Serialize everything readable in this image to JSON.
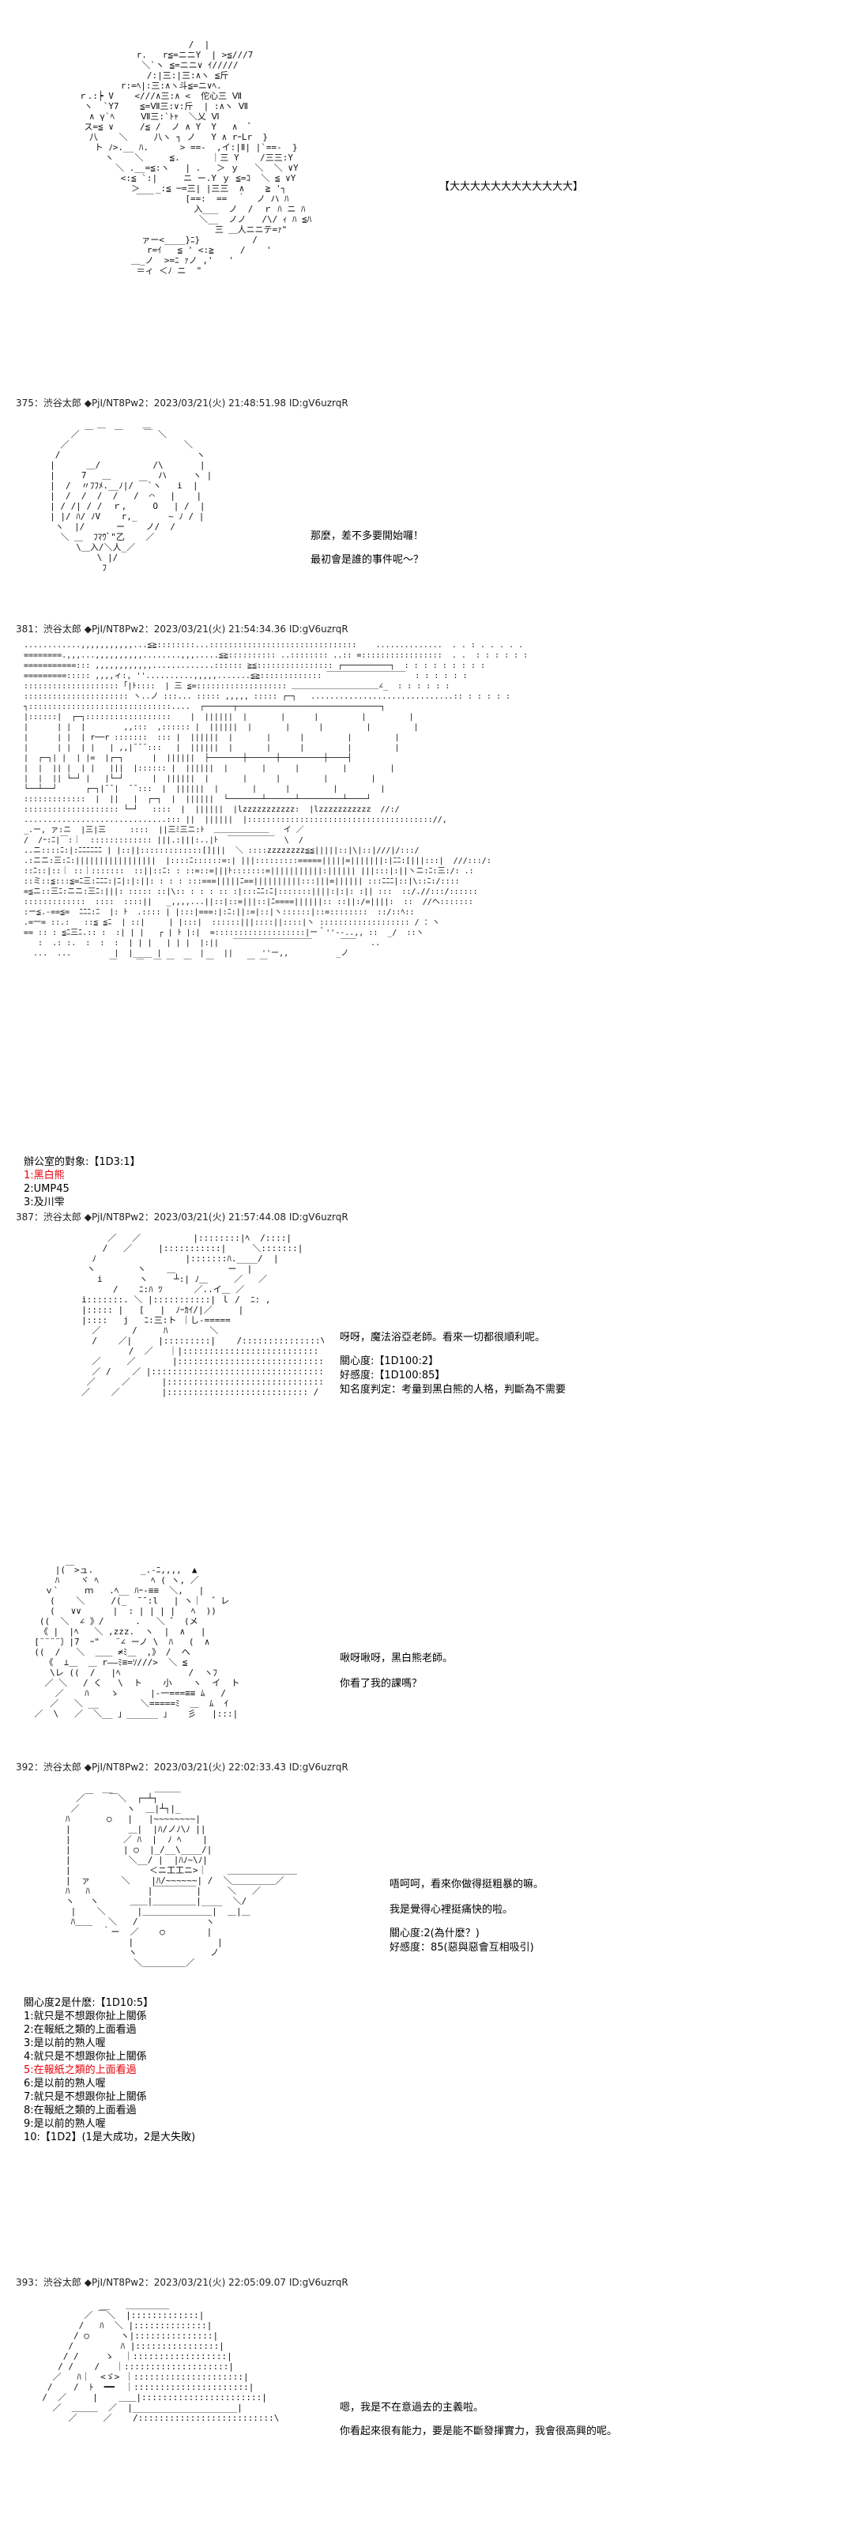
{
  "panel1": {
    "caption": "【大大大大大大大大大大大大】",
    "art": "                           /  |\n                 r.   r≦=ニニY  | >≦///7\n                  ＼`ヽ ≦=ニニ∨ ｲ/////\n                   /:|三:|三:∧ヽ ≦斤\n              r:=ﾍ|:三:∧ヽ斗≦=ニ∨ﾍ.\n      ｒ.:┝ V    <///∧三:∧ <  佗心三 Ⅶ\n       ヽ  `Y7    ≦=Ⅶ三:∨:斤  | :∧ヽ Ⅶ\n        ∧ γ`ﾍ     Ⅶ三:`ﾄｬ  ＼乂 Ⅵ\n       ス=≦ ∨     /≦ /  ノ ∧ Y  Y   ∧  ﾞ\n        八    ＼     八ヽ ┐ ノ   Y ∧ rｰLr  }\n         ト ﾉ>.__ ﾊ.      > ==-  ,イ:|Ⅱ| |`==-  }\n           ヽ    ＼     ≦.      ｜三 Y    /三三:Y\n             ＼ .__=≦:ヽ   | .   ＞ ｙ   ＼  ＼ ∨Y\n              <:≦ `:|     ニ ー.Y ｙ ≦=ｺ  ＼ ≦ ∨Y\n                ＞   _:≦ ─=三| |三三  ∧    ≧ '┐ \n                 ￣￣      [==:  ==  ｀  ノ ハ ﾊ\n                            入___  ノ  /  ｒ ﾊ ニ ﾊ\n                             ＼__  ノノ   /\\/ ｨ ﾊ ≦ﾊ\n                                三 ＿人ニニテ=ｧ\"\n                  ァー<____}ﾆ}          /      \n                   r=ｲ   ≦ ' <:≧     /    '\n                ＿_ノ  >=ﾆ ｧノ ,'   '\n                 ＝ィ ＜ﾉ ニ  \"\n"
  },
  "post375": {
    "header": "375：渋谷太郎 ◆PjI/NT8Pw2：2023/03/21(火) 21:48:51.98 ID:gV6uzrqR",
    "line1": "那麼，差不多要開始囉！",
    "line2": "最初會是誰的事件呢～？",
    "art": "              ＿       ＿\n         ／ ￣    ￣    ￣ ＼\n       ／                      ＼\n      /                          ヽ\n     |      ＿/          /\\       |\n     |     7   ＿         ハ     ヽ |\n     |  /  〃ﾌﾌﾒ.__ﾉ|/ ￣`ヽ   i  |\n     |  /  /  /  /   /  ⌒   |    |\n     | / /| / /  ｒ,     O   | /  |\n     | |/ ﾊ/ ﾉV    r,_      ~ ﾉ / |\n      ヽ  |/      ー    ノ/  /\n       ＼ ＿  ﾌﾏｳﾞ\"乙    ／\n          \\＿入/＼人_／\n              \\ |/\n               ﾌ\n"
  },
  "post381": {
    "header": "381：渋谷太郎 ◆PjI/NT8Pw2：2023/03/21(火) 21:54:34.36 ID:gV6uzrqR",
    "art": "............,,,,,,,,,,,...≦≧::::::::...:::::::::::::::::::::::::::::::    ..............  . . : . . . . . \n========.,,,...,,,,,,,,,,........,,,.....≦≧:::::::::: ..:::::::: ..:: =:::::::::::::::::  . .  : : : : : :\n===========::: ,,,,,,,,,,,,.............:::::: ≧≦:::::::::::::::: ┌──────────┐  : : : : : : : : :\n=========::::: ,,,,ィ:, ''..........,,,,,.......≦≧::::::::::::: ￣￣￣￣￣￣￣￣￣￣  : : : : : :\n:::::::::::::::::::: ｢|ﾄ::::  | 三 ≦=::::::::::::::::::: ＿＿＿＿＿＿＿＿＿＿＿∠_  : : : : : :\n:::::::::::::::::::::: ヽ..ノ :::... ::::: ,,,,, ::::: ┌─┐   ..............................:: : : : : :\n┐::::::::::::::::::::::::::::::....  ┌──────┬──────────────────────────────┐\n|::::::|  ┌─┐::::::::::::::::::    |  ||||||  |       |      |         |         |\n|      | |  |        ,,:::  ,:::::: |  ||||||  |       |      |         |         |\n|      | |  | r──r :::::::  ::: |  ||||||  |       |      |         |         |\n|      | |  | |   | ,,|¯¯¯:::   |  ||||||  |       |      |         |         |\n|  ┌─┐| |  | |=  |┌─┐      |  ||||||  ├───────┼──────┼─────────┼────┤\n|  |  || |  | |   |||  |:::::: |  ||||||  |       |      |         |         |\n|  |  || └─┘ |   |└─┘      |  ||||||  |       |      |         |         |\n└──┴──┘      ┌─┐|¯¯|  ¯¯:::  |  ||||||  |       |      |         |         |\n:::::::::::::  |  ||   |  ┌─┐  |  ||||||  └───────┴──────┴─────────┴────┘\n:::::::::::::::::::: └─┘   ::::  |  ||||||  |lzzzzzzzzzzz:  |lzzzzzzzzzzz  //:/\n..............................::: ||  ||||||  |::::::::::::::::::::::::::::::::::::::://,\n_.ー, ァ:ニ  |三|三     ::::  ||三ﾐ三ニ:ﾄ  ＿＿＿＿＿＿＿   イ ／\n/  /ｰ:ﾆ|￣:｜  ::::::::::::: |||.:|||:..|ﾄ  ￣￣￣￣￣￣  \\  /   \n..ニ::::ﾆ:|:ﾆﾆﾆﾆﾆﾆ | |::||:::::::::::::[]|||  ＼ ::::zzzzzzzz≦≦|||||::|\\|::|///|/:::/\n.:ニニ:三:ﾆ:|||||||||||||||||  |::::ﾆ::::::=:| |||:::::::::=====|||||=|||||||:|ﾆﾆ:[|||:::|  ///:::/:\n::ﾆ::|::｜ ::｜:::::::  ::||::ﾆ: : ::=::=|||ﾄ:::::::=|||||||||||:|||||| |||:::|:||ヽニ:ﾆ:三:/: .:\n::ミ::≦:::≦=ﾆ三:ﾆﾆﾆ:|ﾆ|:|:||: : : : :::===|||||ﾆ==||||||||||:::|||=|||||| :::ﾆﾆﾆ|::|\\::ﾆ:/::::\n=≦ニ::三ﾆ:ニニ:三ﾆ:|||: ::::: ::|\\:: : : : :: :|:::ﾆﾆ:ﾆ|:::::::||||:|:|: :|| :::  ::/.//:::/::::::\n:::::::::::::  ::::  ::::||   _,,,,...||::|::=|||::|ﾆ====||||||:: ::||:/=||||:  ::  //ヘ:::::::\n:ー≦.-==≦=  ﾆﾆﾆ:ﾆ  |: ﾄ  .:::: | |:::|===:|:ﾆ:||:=|::|ヽ::::::|::=::::::::  ::/::ﾍ::\n.=一= ::.:   ::≦ ≦ﾆ  | ::|     | |:::|  ::::::|||::::||::::|ヽ ::::::::::::::::::: / ：ヽ\n== :: : ≦ﾆ三ﾆ.:: :  :| | |   ┌ | ﾄ |:|  =:::::::::::::::::::|ー＾''‐-..,, ::  _/  ::ヽ\n   :  .: :.  :  :  :  | | |   | | |  |:||   ￣￣￣￣￣￣￣￣￣￣      ￣￣   ..\n  ...  ...         |  |____ |        |    ||      ''ー,,          _ノ\n                  ￣    ￣  ￣ ￣  ￣   ￣       ￣ ￣"
  },
  "vote": {
    "title": "辦公室的對象:【1D3:1】",
    "options": [
      {
        "text": "1:黑白熊",
        "highlight": true
      },
      {
        "text": "2:UMP45",
        "highlight": false
      },
      {
        "text": "3:及川雫",
        "highlight": false
      }
    ]
  },
  "post387": {
    "header": "387：渋谷太郎 ◆PjI/NT8Pw2：2023/03/21(火) 21:57:44.08 ID:gV6uzrqR",
    "line1": "呀呀，魔法浴亞老師。看來一切都很順利呢。",
    "line2": "關心度:【1D100:2】",
    "line3": "好感度:【1D100:85】",
    "line4": "知名度判定：考量到黑白熊的人格，判斷為不需要",
    "art": "          ／   ／          |::::::::|ﾍ  /::::|\n         /   ／     |:::::::::::|     ＼:::::::|\n       ﾉ                 |:::::::ﾊ.____/  |\n      ヽ        ヽ    ＿          ー  |\n        i       ヽ     ┴:| ﾉ＿     ／   ／\n           /    ﾆ:ﾊ ﾂ      ／..イ＿ ／\n     i:::::::. ＼ |:::::::::::| ｌ /  ﾆ: ,\n     |::::: |   [   |  ﾉｰｶｲ/|／     |\n     |::::   j   ﾆ:三:ト ｜し-=====\n       ／      /     ﾊ        ＼\n       /    ／|     |:::::::::|    /:::::::::::::::\\\n              /  ／   ｜|::::::::::::::::::::::::::  \\\n       ／     ／       |::::::::::::::::::::::::::::   \\\n       ／ /    ／ |:::::::::::::::::::::::::::::::::  ::／|\n      ／     ／      |::::::::::::::::::::::::::::::: /    ｜\n     ／    ／        |::::::::::::::::::::::::::: / |::::::::|\n"
  },
  "post388": {
    "line1": "啾呀啾呀，黑白熊老師。",
    "line2": "你看了我的課嗎？",
    "art": "      |(￣>ュ.         _.-ﾆ,,,,  ▲\n      ﾊ    ヾ ﾍ          ﾍ ( ヽ, ／\n    ｖ`     ｍ   .ﾍ__ ﾊｰ-≡≡  ＼,   |\n     (    ＼     /(_  ¯¯:l   | ヽ｜  ゛レ\n     (   ∨∨      |  : | | | |   ﾍ  ))\n   ((  ＼  ∠ 》/      .   ＼ ゛ (メ\n   《 |  |ﾍ   ＼ ,zzz.  ヽ  |  ∧   | \n  [¨¨¨¨〕|7  ｰ\"   ¨∠ ーノ \\  ﾊ   (  ∧\n  ((  /   ＼  ＿＿ ≠ﾐ＿  ,》 /  ヘ\n    《  ⊥＿  ＿ r――ﾐ≡=ｿ///>  ＼ ≦\n     \\レ ((  /   |ﾍ             /  ヽﾌ\n    ／ ＼   / く   \\  ト    小    ヽ  イ  ト\n      ／    ﾊ    ゝ      |‐一===≡≡ ﾑ   /\n     ／   ＼ __        ＼=====ﾐ  ＿  ﾑ  ｲ\n  ／  \\   ／  ＼__ 」______ 」   彡   |:::|\n"
  },
  "post392": {
    "header": "392：渋谷太郎 ◆PjI/NT8Pw2：2023/03/21(火) 22:02:33.43 ID:gV6uzrqR",
    "line1": "唔呵呵，看來你做得挺粗暴的嘛。",
    "line2": "我是覺得心裡挺痛快的啦。",
    "line3": "關心度:2(為什麽？)",
    "line4": "好感度：85(惡與惡會互相吸引)",
    "art": "               __        ＿＿＿\n          ／￣   ￣＼  ┌─┴┐ \n         ／         ヽ  ＿|┴┐|_\n        ﾊ       ○   |   |~~~~~~~~|\n        |           ＿|  |ﾊ/ノﾉ\\ﾉ ||\n        |          ／ ﾊ  |  ﾉ ﾍ    |\n        |          | ○  |_/__\\____/|\n        |           ＼__/ |  |ﾊﾉ~\\ﾉ|\n        |               ＜ニ工工ニ>｜    ＿＿＿＿＿＿＿＿\n        |  ァ      ＼    |ﾊ/~~~~~~| /  ＼＿＿＿＿＿／\n        ﾊ   ﾊ           |￣￣￣￣￣|     ＼   ／\n        ヽ   ヽ      ＿＿|＿＿＿＿＿|____  ＼/\n         |    ＼      |＿＿＿＿＿＿＿＿|  ＿|＿\n         ﾊ＿＿   ＼   /             ヽ\n               ｀ー  ／    ○        |\n                    |                |\n                    ヽ              ノ\n                     ＼＿＿＿＿＿／\n"
  },
  "list392": {
    "title": "關心度2是什麽:【1D10:5】",
    "items": [
      {
        "text": "1:就只是不想跟你扯上關係",
        "highlight": false
      },
      {
        "text": "2:在報紙之類的上面看過",
        "highlight": false
      },
      {
        "text": "3:是以前的熟人喔",
        "highlight": false
      },
      {
        "text": "4:就只是不想跟你扯上關係",
        "highlight": false
      },
      {
        "text": "5:在報紙之類的上面看過",
        "highlight": true
      },
      {
        "text": "6:是以前的熟人喔",
        "highlight": false
      },
      {
        "text": "7:就只是不想跟你扯上關係",
        "highlight": false
      },
      {
        "text": "8:在報紙之類的上面看過",
        "highlight": false
      },
      {
        "text": "9:是以前的熟人喔",
        "highlight": false
      },
      {
        "text": "10:【1D2】(1是大成功，2是大失敗)",
        "highlight": false
      }
    ]
  },
  "post393": {
    "header": "393：渋谷太郎 ◆PjI/NT8Pw2：2023/03/21(火) 22:05:09.07 ID:gV6uzrqR",
    "line1": "嗯，我是不在意過去的主義啦。",
    "line2": "你看起來很有能力，要是能不斷發揮實力，我會很高興的呢。",
    "art": "             __   ＿＿＿＿＿\n          ／ ￣＼  |:::::::::::::|\n         /   ﾊ  ＼ |::::::::::::::|\n        / ○      ヽ|:::::::::::::::|\n       /         ﾊ |::::::::::::::::|\n      / /     ゝ  ｜::::::::::::::::::|\n     / /    /   ｜::::::::::::::::::::|\n    ／   ﾊ｜  <ゞ> ｜:::::::::::::::::::::|\n   /    /  ﾄ  ━━  ｜::::::::::::::::::::::|\n  /  ／     |    ＿＿|:::::::::::::::::::::::|\n    ／  ＿＿＿  ／  |____________________|\n       ／     ／    /::::::::::::::::::::::::::\\\n"
  }
}
